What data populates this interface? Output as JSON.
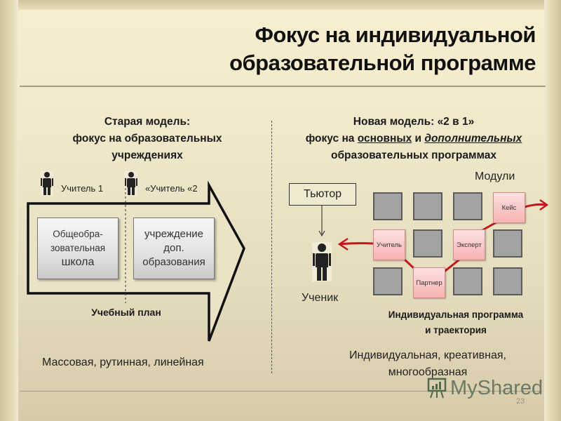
{
  "slide": {
    "title_line1": "Фокус на индивидуальной",
    "title_line2": "образовательной программе",
    "page_number": "23",
    "watermark": "MyShared"
  },
  "left": {
    "heading_line1": "Старая модель:",
    "heading_line2": "фокус на образовательных",
    "heading_line3": "учреждениях",
    "teacher1": "Учитель 1",
    "teacher2": "«Учитель «2",
    "box1_line1": "Общеобра-",
    "box1_line2": "зовательная",
    "box1_line3": "школа",
    "box2_line1": "учреждение",
    "box2_line2": "доп.",
    "box2_line3": "образования",
    "plan_label": "Учебный план",
    "footer": "Массовая, рутинная, линейная"
  },
  "right": {
    "heading_line1": "Новая модель: «2 в 1»",
    "heading_line2_prefix": "фокус на ",
    "heading_line2_underlined": "основных",
    "heading_line2_mid": " и ",
    "heading_line2_italic": "дополнительных",
    "heading_line3": "образовательных программах",
    "tutor": "Тьютор",
    "modules_label": "Модули",
    "pupil_label": "Ученик",
    "modules": {
      "teacher": "Учитель",
      "partner": "Партнер",
      "expert": "Эксперт",
      "case": "Кейс"
    },
    "ind_line1": "Индивидуальная  программа",
    "ind_line2": "и траектория",
    "footer_line1": "Индивидуальная, креативная,",
    "footer_line2": "многообразная"
  },
  "colors": {
    "path_red": "#c0181d",
    "module_gray": "#a3a3a3",
    "module_pink": "#f7b3b3"
  }
}
